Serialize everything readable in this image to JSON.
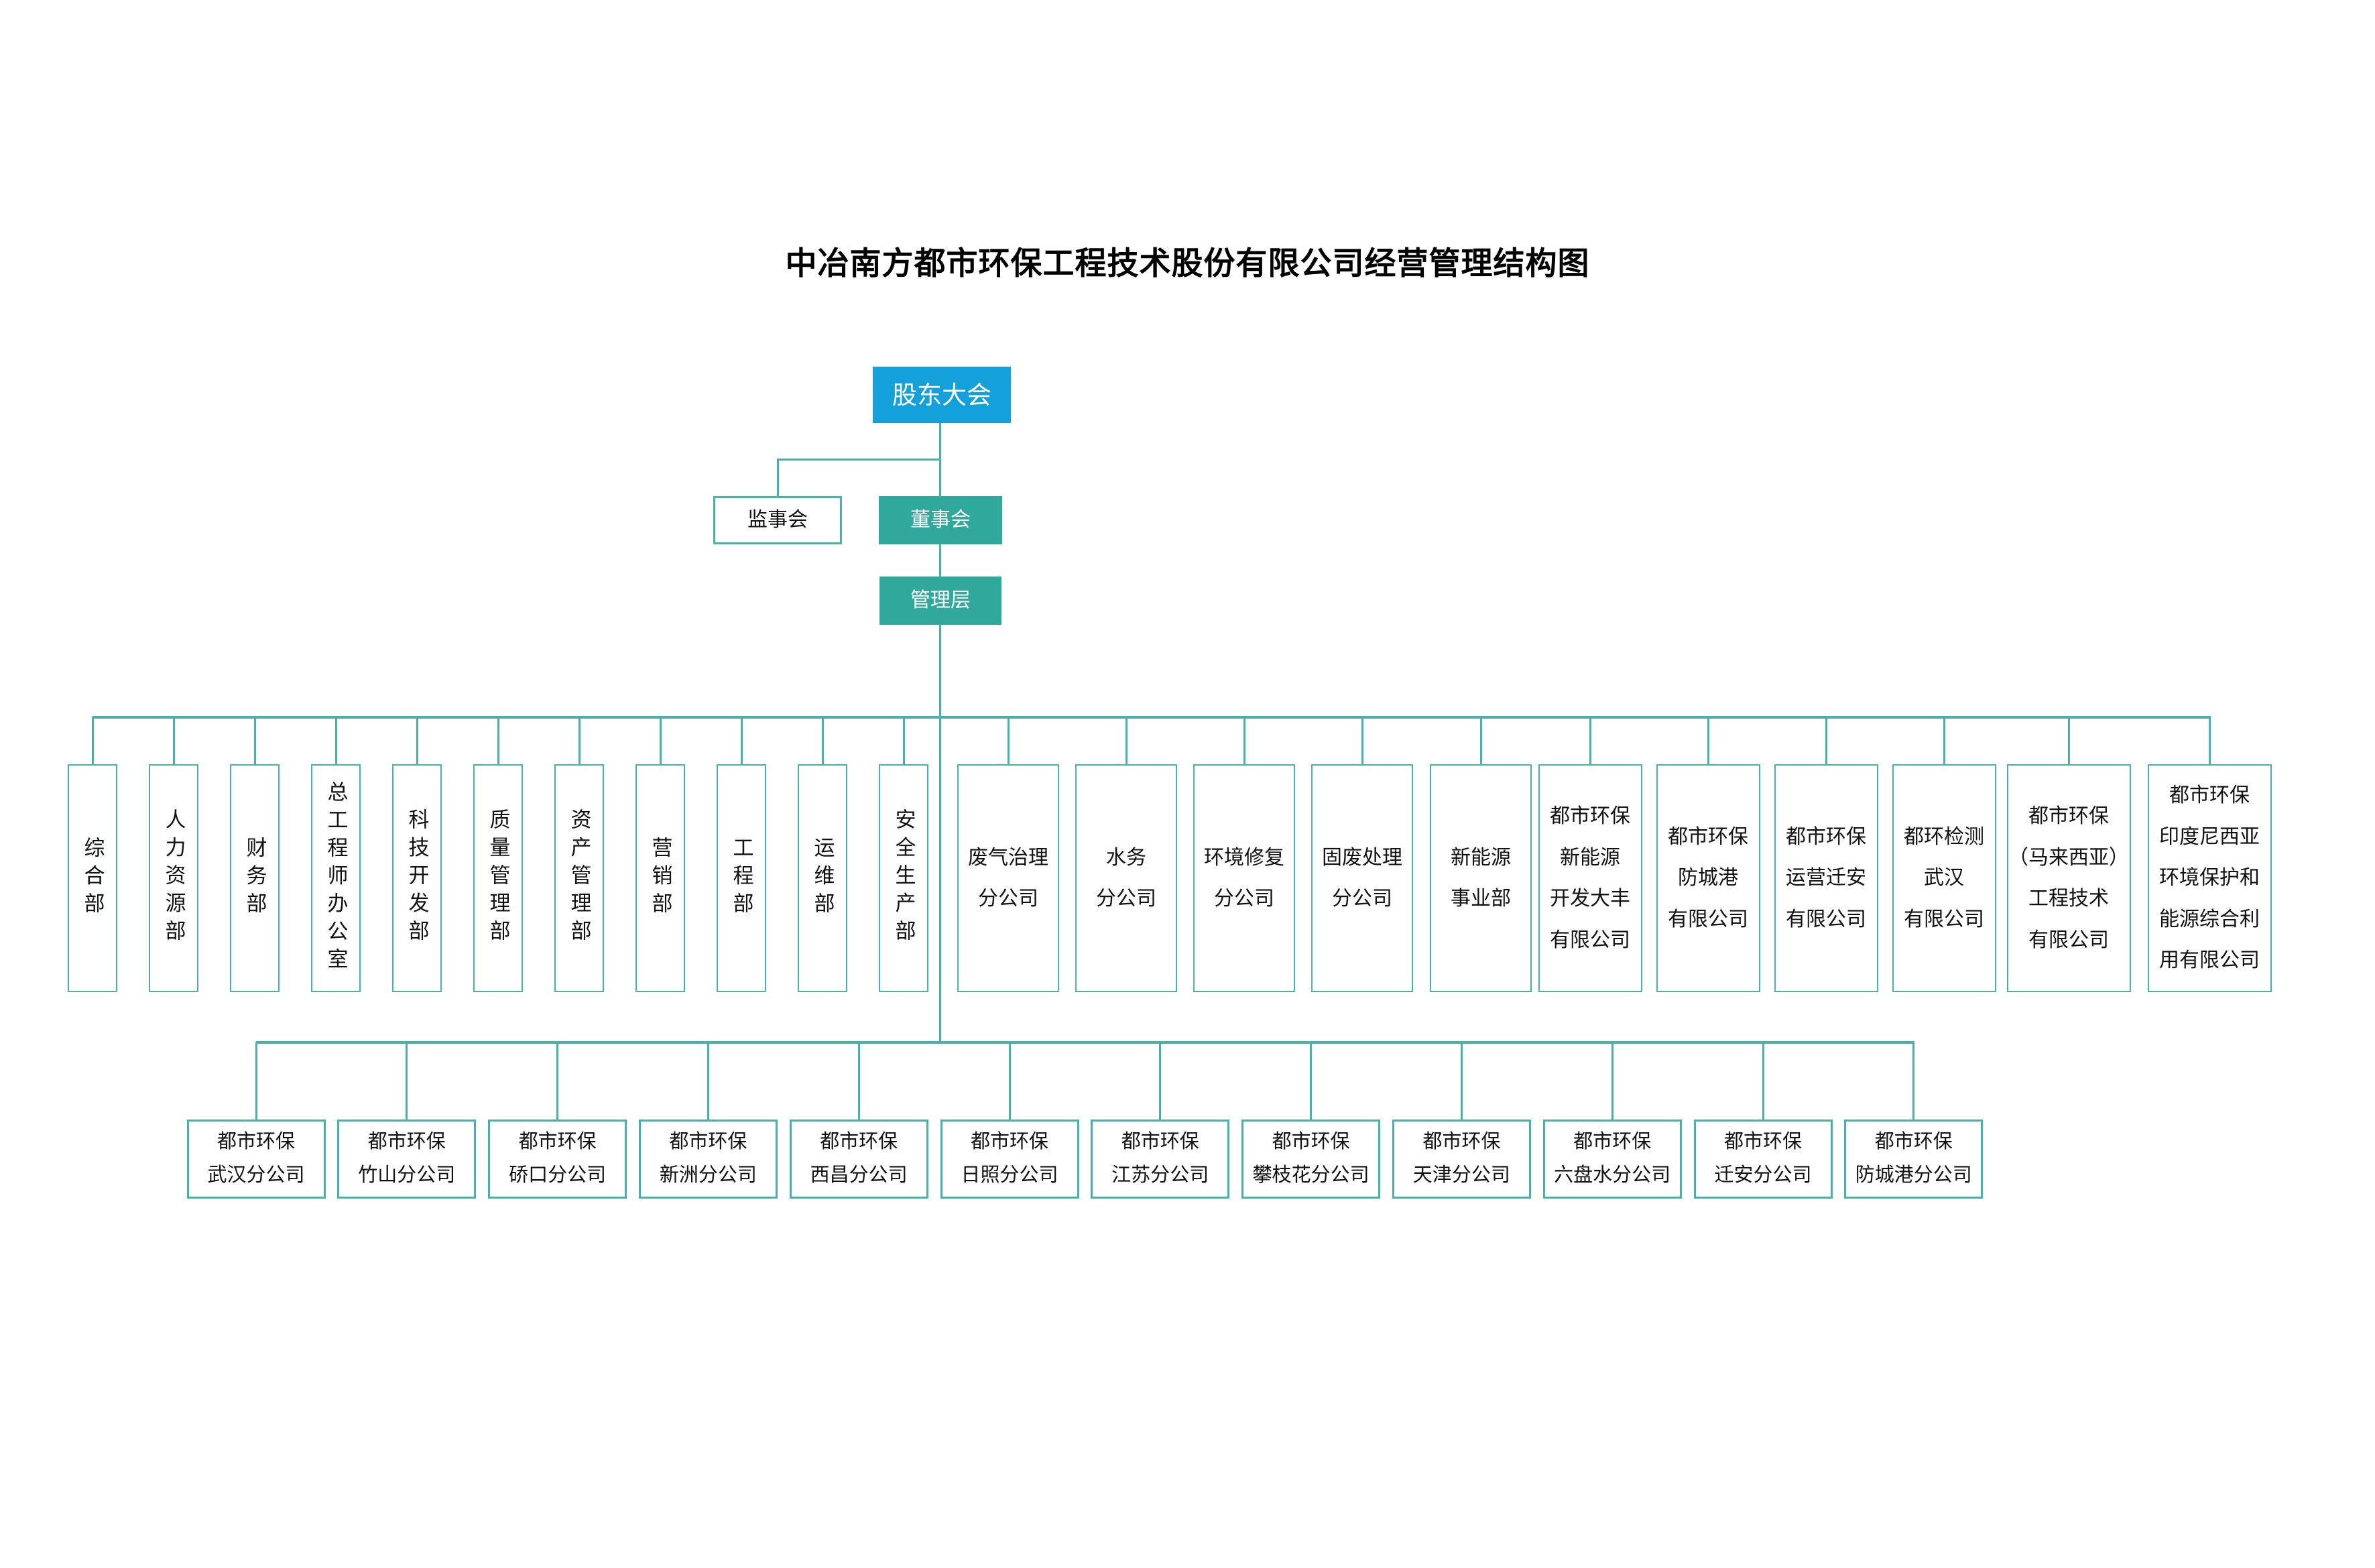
{
  "title": "中冶南方都市环保工程技术股份有限公司经营管理结构图",
  "colors": {
    "blue": "#14A0DB",
    "teal": "#30A89C",
    "line": "#46B2A8"
  },
  "top_nodes": {
    "shareholders": "股东大会",
    "supervisory_board": "监事会",
    "board_of_directors": "董事会",
    "management": "管理层"
  },
  "departments": [
    "综合部",
    "人力资源部",
    "财务部",
    "总工程师办公室",
    "科技开发部",
    "质量管理部",
    "资产管理部",
    "营销部",
    "工程部",
    "运维部",
    "安全生产部",
    "废气治理\n分公司",
    "水务\n分公司",
    "环境修复\n分公司",
    "固废处理\n分公司",
    "新能源\n事业部",
    "都市环保\n新能源\n开发大丰\n有限公司",
    "都市环保\n防城港\n有限公司",
    "都市环保\n运营迁安\n有限公司",
    "都环检测\n武汉\n有限公司",
    "都市环保\n（马来西亚）\n工程技术\n有限公司",
    "都市环保\n印度尼西亚\n环境保护和\n能源综合利\n用有限公司"
  ],
  "branches": [
    "都市环保\n武汉分公司",
    "都市环保\n竹山分公司",
    "都市环保\n硚口分公司",
    "都市环保\n新洲分公司",
    "都市环保\n西昌分公司",
    "都市环保\n日照分公司",
    "都市环保\n江苏分公司",
    "都市环保\n攀枝花分公司",
    "都市环保\n天津分公司",
    "都市环保\n六盘水分公司",
    "都市环保\n迁安分公司",
    "都市环保\n防城港分公司"
  ]
}
